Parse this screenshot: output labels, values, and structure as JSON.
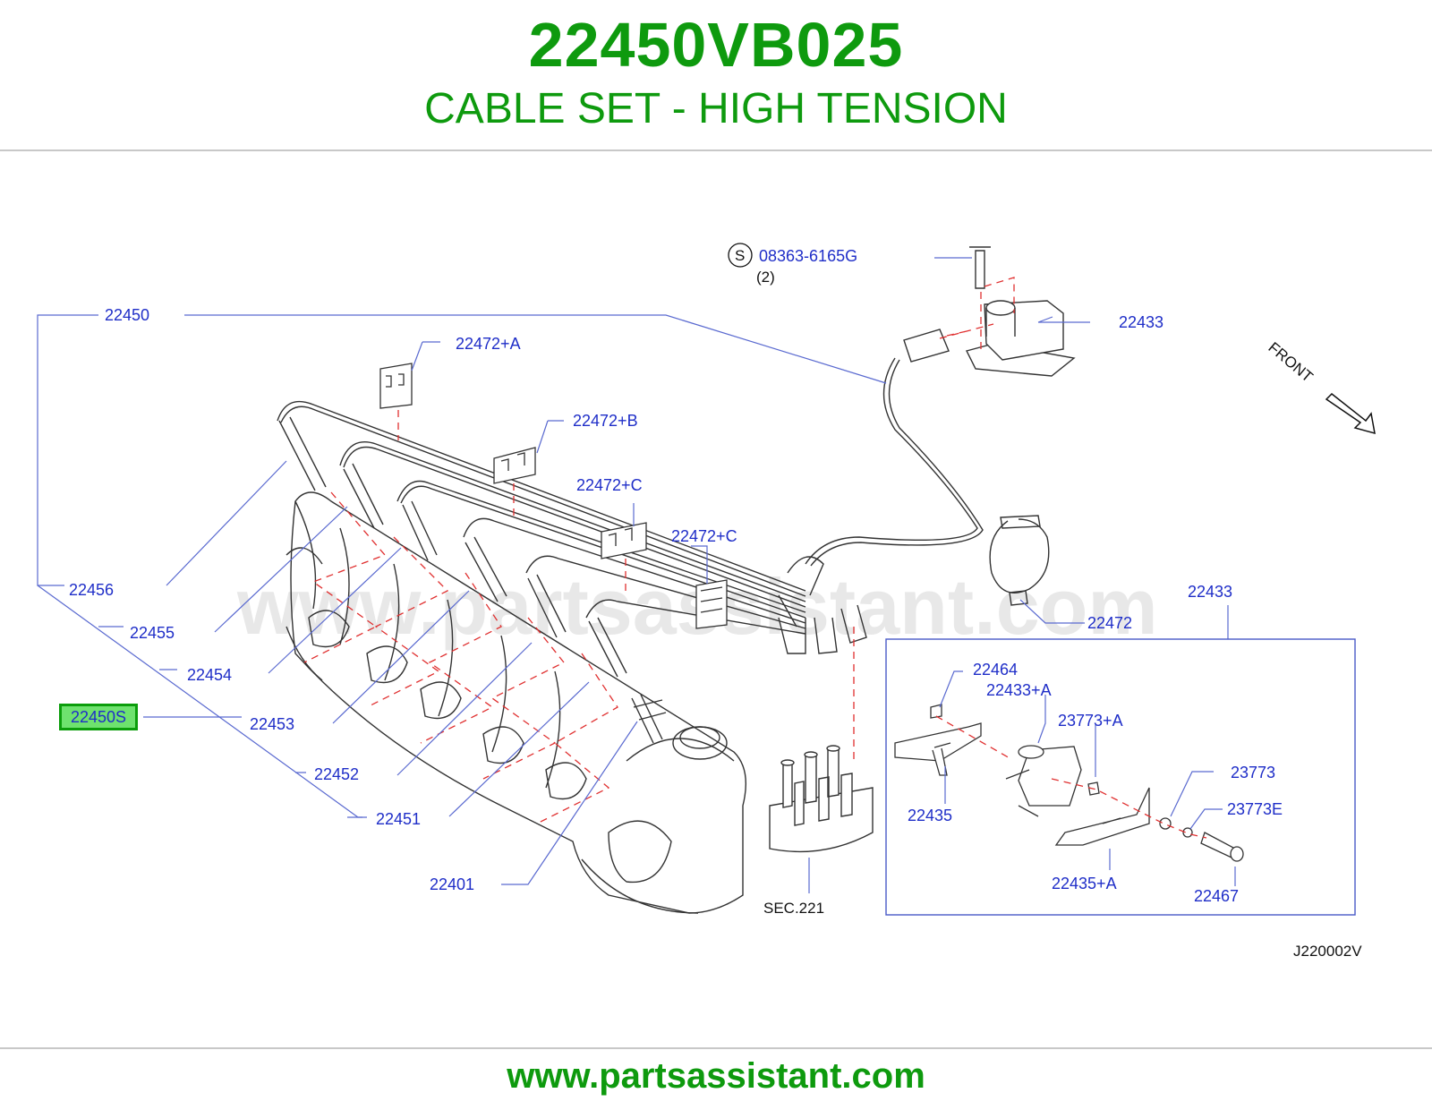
{
  "header": {
    "part_number": "22450VB025",
    "part_name": "CABLE SET - HIGH TENSION"
  },
  "footer": {
    "url": "www.partsassistant.com"
  },
  "watermark": "www.partsassistant.com",
  "highlighted_part": "22450S",
  "diagram": {
    "code": "J220002V",
    "front_label": "FRONT",
    "sec_ref": "SEC.221",
    "screw_symbol": "S",
    "screw_part": "08363-6165G",
    "screw_qty": "(2)",
    "labels": {
      "p22450": "22450",
      "p22472A": "22472+A",
      "p22472B": "22472+B",
      "p22472C1": "22472+C",
      "p22472C2": "22472+C",
      "p22472": "22472",
      "p22433_top": "22433",
      "p22433_box": "22433",
      "p22456": "22456",
      "p22455": "22455",
      "p22454": "22454",
      "p22453": "22453",
      "p22452": "22452",
      "p22451": "22451",
      "p22401": "22401",
      "p22464": "22464",
      "p22433A": "22433+A",
      "p23773A": "23773+A",
      "p23773": "23773",
      "p23773E": "23773E",
      "p22435": "22435",
      "p22435A": "22435+A",
      "p22467": "22467"
    }
  },
  "colors": {
    "brand_green": "#0e9a0e",
    "label_blue": "#1f2ec8",
    "leader_blue": "#5a6ad0",
    "dash_red": "#e03030",
    "highlight_fill": "#6ee26e",
    "highlight_border": "#0b9d0b"
  }
}
